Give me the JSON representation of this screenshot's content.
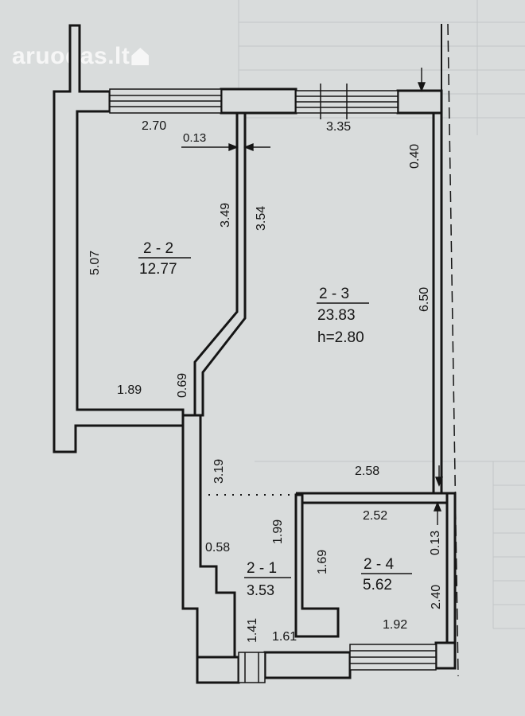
{
  "watermark": {
    "text": "aruodas.lt"
  },
  "colors": {
    "paper": "#d9dcdc",
    "ink": "#151515",
    "wall_fill": "#d9dcdc"
  },
  "rooms": [
    {
      "id": "2-2",
      "label": "2 - 2",
      "area": "12.77"
    },
    {
      "id": "2-3",
      "label": "2 - 3",
      "area": "23.83",
      "height": "h=2.80"
    },
    {
      "id": "2-4",
      "label": "2 - 4",
      "area": "5.62"
    },
    {
      "id": "2-1",
      "label": "2 - 1",
      "area": "3.53"
    }
  ],
  "dimensions": {
    "d_2_70": "2.70",
    "d_0_13_top": "0.13",
    "d_3_35": "3.35",
    "d_0_40": "0.40",
    "d_3_49": "3.49",
    "d_3_54": "3.54",
    "d_5_07": "5.07",
    "d_6_50": "6.50",
    "d_1_89": "1.89",
    "d_0_69": "0.69",
    "d_3_19": "3.19",
    "d_2_58": "2.58",
    "d_2_52": "2.52",
    "d_0_13_right": "0.13",
    "d_1_99": "1.99",
    "d_0_58": "0.58",
    "d_1_69": "1.69",
    "d_2_40": "2.40",
    "d_1_41": "1.41",
    "d_1_61": "1.61",
    "d_1_92": "1.92"
  }
}
